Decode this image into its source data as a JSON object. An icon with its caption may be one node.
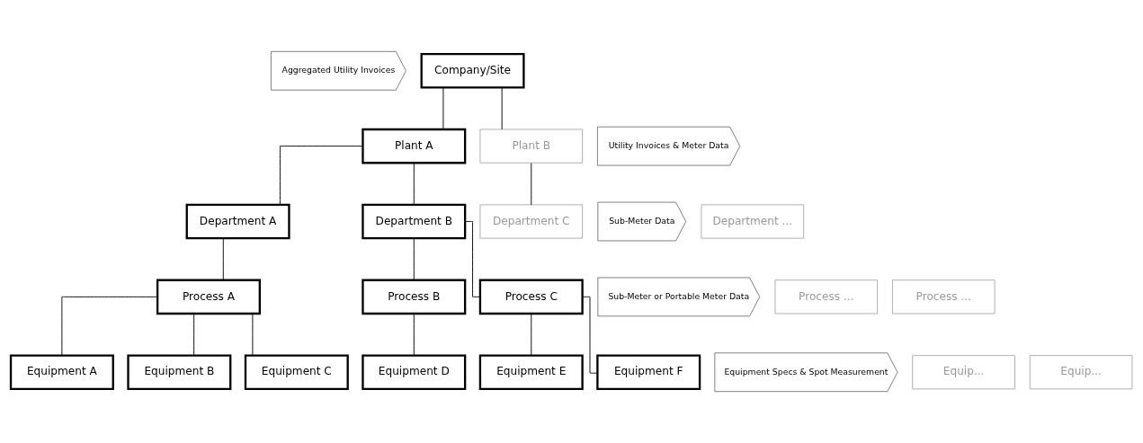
{
  "diagram": {
    "nodes": [
      {
        "text": [
          "Aggregated Utility Invoices"
        ]
      },
      {
        "text": [
          "Company/Site"
        ]
      },
      {
        "text": [
          "Utility Invoices & Meter Data"
        ]
      },
      {
        "text": [
          "Plant A"
        ]
      },
      {
        "text": [
          "Plant B"
        ]
      },
      {
        "text": [
          "Sub-Meter Data"
        ]
      },
      {
        "text": [
          "Department A"
        ]
      },
      {
        "text": [
          "Department B"
        ]
      },
      {
        "text": [
          "Department C"
        ]
      },
      {
        "text": [
          "Department ..."
        ]
      },
      {
        "text": [
          "Sub-Meter or Portable Meter Data"
        ]
      },
      {
        "text": [
          "Process A"
        ]
      },
      {
        "text": [
          "Process B"
        ]
      },
      {
        "text": [
          "Process C"
        ]
      },
      {
        "text": [
          "Process ..."
        ]
      },
      {
        "text": [
          "Process ..."
        ]
      },
      {
        "text": [
          "Equipment Specs & Spot Measurement"
        ]
      },
      {
        "text": [
          "Equipment A"
        ]
      },
      {
        "text": [
          "Equipment B"
        ]
      },
      {
        "text": [
          "Equipment C"
        ]
      },
      {
        "text": [
          "Equipment D"
        ]
      },
      {
        "text": [
          "Equipment E"
        ]
      },
      {
        "text": [
          "Equipment F"
        ]
      },
      {
        "text": [
          "Equip..."
        ]
      },
      {
        "text": [
          "Equip..."
        ]
      }
    ],
    "edges": [
      {
        "from": 1,
        "to": 3,
        "arrow": "none"
      },
      {
        "from": 1,
        "to": 4,
        "arrow": "none"
      },
      {
        "from": 3,
        "to": 6,
        "arrow": "none"
      },
      {
        "from": 3,
        "to": 7,
        "arrow": "none"
      },
      {
        "from": 4,
        "to": 8,
        "arrow": "none"
      },
      {
        "from": 6,
        "to": 11,
        "arrow": "none"
      },
      {
        "from": 7,
        "to": 12,
        "arrow": "none"
      },
      {
        "from": 7,
        "to": 13,
        "arrow": "none"
      },
      {
        "from": 11,
        "to": 17,
        "arrow": "none"
      },
      {
        "from": 11,
        "to": 18,
        "arrow": "none"
      },
      {
        "from": 11,
        "to": 19,
        "arrow": "none"
      },
      {
        "from": 12,
        "to": 20,
        "arrow": "none"
      },
      {
        "from": 13,
        "to": 21,
        "arrow": "none"
      },
      {
        "from": 13,
        "to": 22,
        "arrow": "none"
      }
    ]
  }
}
